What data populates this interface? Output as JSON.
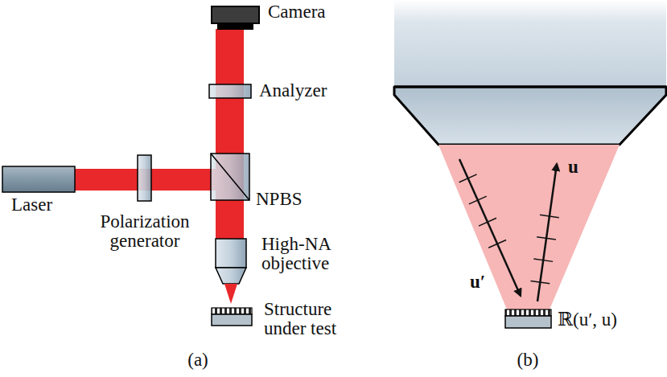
{
  "diagram": {
    "labels": [
      "Camera",
      "Analyzer",
      "NPBS",
      "Laser",
      "Polarization generator",
      "High-NA objective",
      "Structure under test",
      "(a)",
      "u′",
      "u",
      "ℝ(u′, u)",
      "(b)"
    ]
  }
}
